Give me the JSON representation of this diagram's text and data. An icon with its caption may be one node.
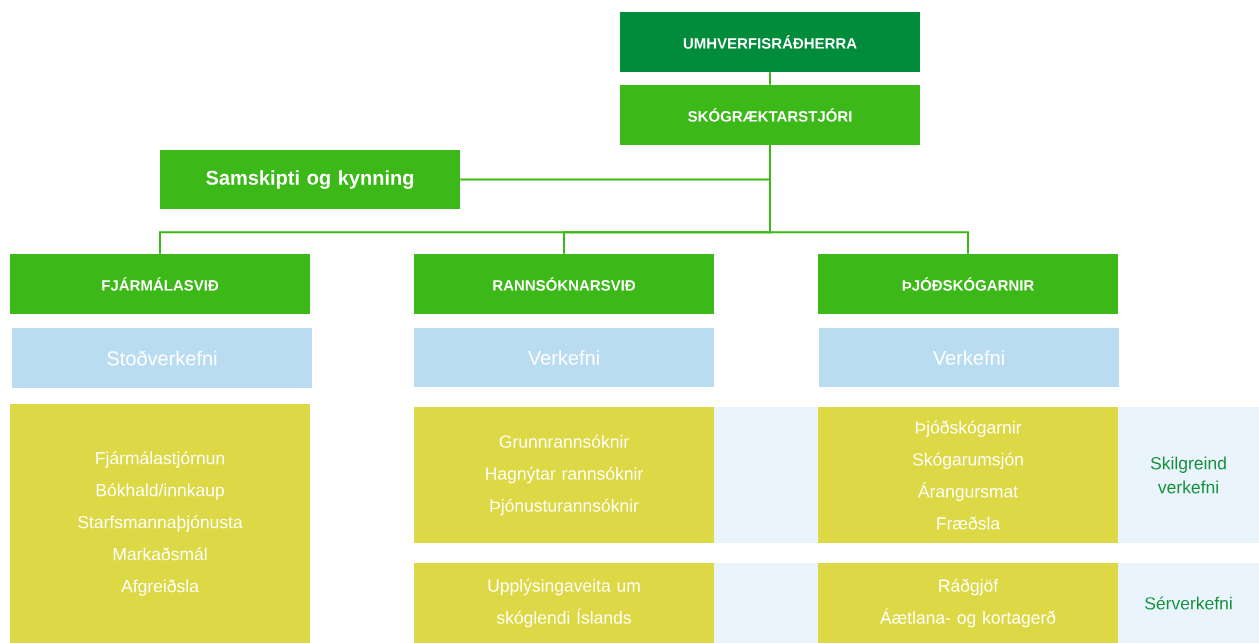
{
  "diagram": {
    "nodes": [
      {
        "text": [
          "UMHVERFISRÁÐHERRA"
        ]
      },
      {
        "text": [
          "SKÓGRÆKTARSTJÓRI"
        ]
      },
      {
        "text": [
          "Samskipti og kynning"
        ]
      },
      {
        "text": [
          "FJÁRMÁLASVIÐ"
        ]
      },
      {
        "text": [
          "RANNSÓKNARSVIÐ"
        ]
      },
      {
        "text": [
          "ÞJÓÐSKÓGARNIR"
        ]
      },
      {
        "text": [
          "Stoðverkefni"
        ]
      },
      {
        "text": [
          "Verkefni"
        ]
      },
      {
        "text": [
          "Verkefni"
        ]
      },
      {
        "text": [
          "Fjármálastjórnun",
          "Bókhald/innkaup",
          "Starfsmannaþjónusta",
          "Markaðsmál",
          "Afgreiðsla"
        ]
      },
      {
        "text": [
          "Grunnrannsóknir",
          "Hagnýtar rannsóknir",
          "Þjónusturannsóknir"
        ]
      },
      {
        "text": [
          "Þjóðskógarnir",
          "Skógarumsjón",
          "Árangursmat",
          "Fræðsla"
        ]
      },
      {
        "text": [
          "Skilgreind verkefni"
        ]
      },
      {
        "text": [
          "Upplýsingaveita um skóglendi Íslands"
        ]
      },
      {
        "text": [
          "Ráðgjöf",
          "Áætlana- og kortagerð"
        ]
      },
      {
        "text": [
          "Sérverkefni"
        ]
      }
    ],
    "edges": [
      {
        "from": 0,
        "to": 1,
        "arrow": "none"
      },
      {
        "from": 1,
        "to": 2,
        "arrow": "none"
      },
      {
        "from": 1,
        "to": 3,
        "arrow": "none"
      },
      {
        "from": 1,
        "to": 4,
        "arrow": "none"
      },
      {
        "from": 1,
        "to": 5,
        "arrow": "none"
      }
    ]
  }
}
